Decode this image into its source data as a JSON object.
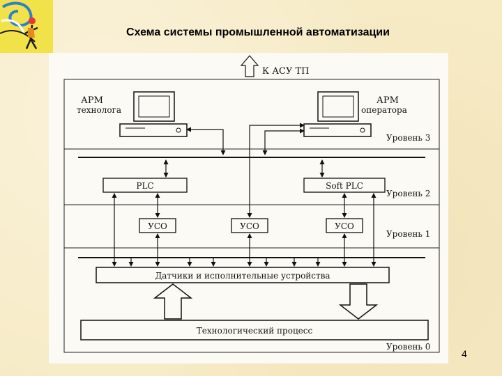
{
  "slide": {
    "title": "Схема системы промышленной автоматизации",
    "page_number": "4"
  },
  "logo": {
    "icon": "ribbon-and-figure-logo",
    "background": "#f2e24a"
  },
  "diagram": {
    "top_label": "К АСУ ТП",
    "arm_technologist": [
      "АРМ",
      "технолога"
    ],
    "arm_operator": [
      "АРМ",
      "оператора"
    ],
    "plc": "PLC",
    "soft_plc": "Soft PLC",
    "uso_left": "УСО",
    "uso_center": "УСО",
    "uso_right": "УСО",
    "sensors": "Датчики и исполнительные устройства",
    "process": "Технологический процесс",
    "levels": {
      "level3": "Уровень 3",
      "level2": "Уровень 2",
      "level1": "Уровень 1",
      "level0": "Уровень 0"
    }
  }
}
